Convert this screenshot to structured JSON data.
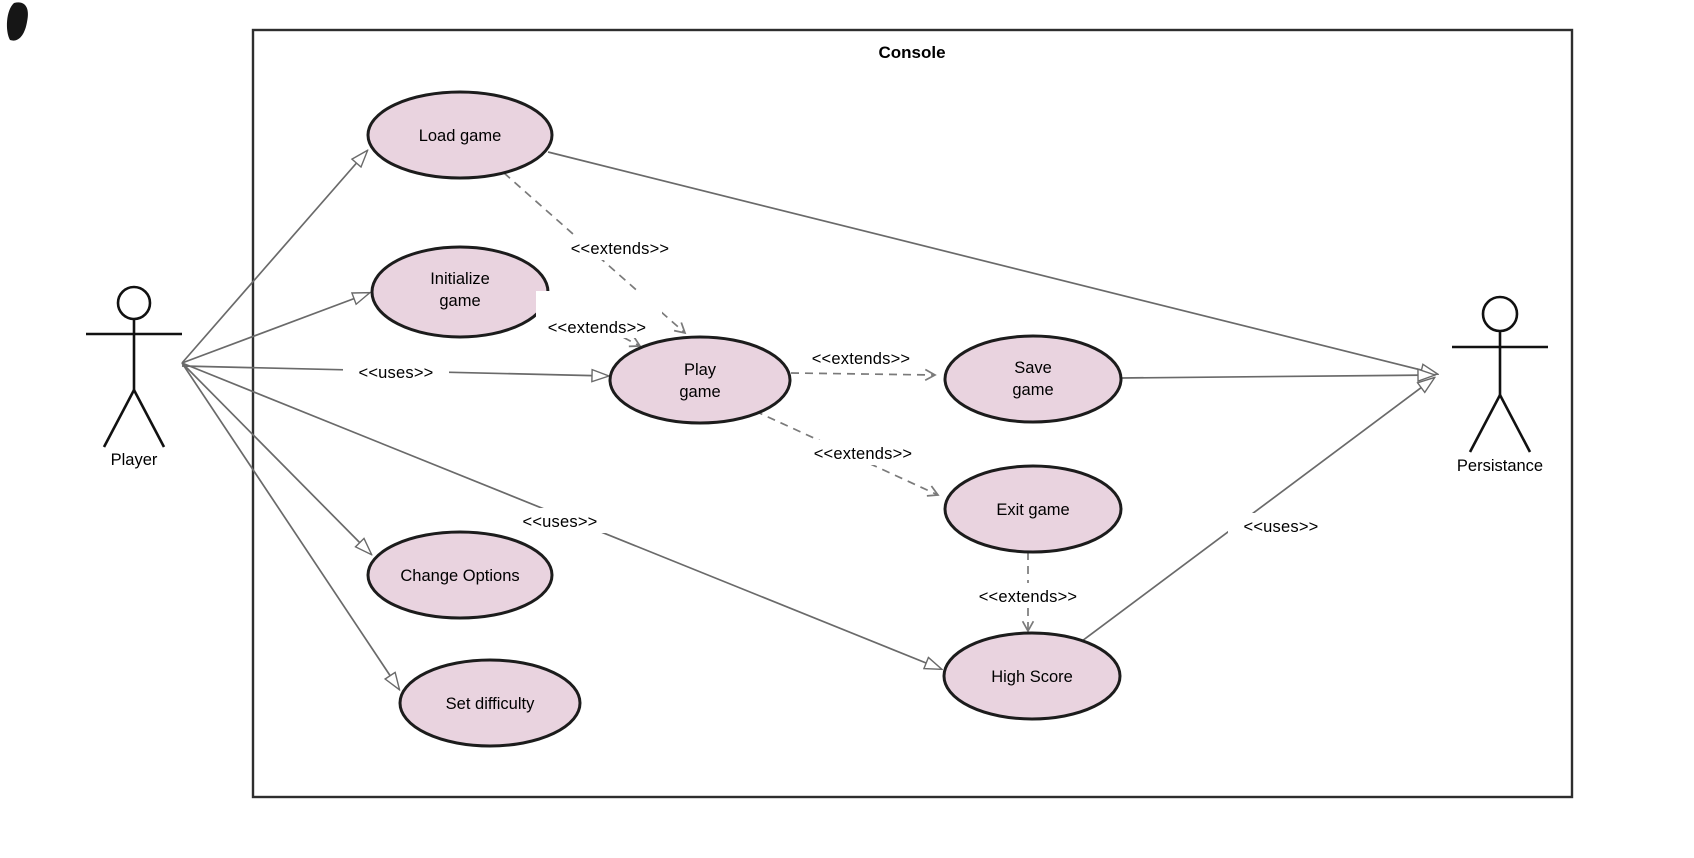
{
  "diagram_type": "UML use case diagram",
  "boundary": {
    "title": "Console"
  },
  "actors": {
    "left": {
      "name": "Player"
    },
    "right": {
      "name": "Persistance"
    }
  },
  "use_cases": {
    "load_game": {
      "label": "Load game"
    },
    "initialize_game": {
      "line1": "Initialize",
      "line2": "game"
    },
    "play_game": {
      "line1": "Play",
      "line2": "game"
    },
    "save_game": {
      "line1": "Save",
      "line2": "game"
    },
    "exit_game": {
      "label": "Exit game"
    },
    "change_options": {
      "label": "Change Options"
    },
    "set_difficulty": {
      "label": "Set difficulty"
    },
    "high_score": {
      "label": "High Score"
    }
  },
  "stereotypes": {
    "extends": "<<extends>>",
    "uses": "<<uses>>"
  },
  "relationships": [
    {
      "from": "Player",
      "to": "Load game",
      "type": "association"
    },
    {
      "from": "Player",
      "to": "Initialize game",
      "type": "association"
    },
    {
      "from": "Player",
      "to": "Play game",
      "type": "uses",
      "label": "<<uses>>"
    },
    {
      "from": "Player",
      "to": "Change Options",
      "type": "association"
    },
    {
      "from": "Player",
      "to": "Set difficulty",
      "type": "association"
    },
    {
      "from": "Player",
      "to": "High Score",
      "type": "uses",
      "label": "<<uses>>"
    },
    {
      "from": "Load game",
      "to": "Play game",
      "type": "extends",
      "label": "<<extends>>"
    },
    {
      "from": "Initialize game",
      "to": "Play game",
      "type": "extends",
      "label": "<<extends>>"
    },
    {
      "from": "Play game",
      "to": "Save game",
      "type": "extends",
      "label": "<<extends>>"
    },
    {
      "from": "Play game",
      "to": "Exit game",
      "type": "extends",
      "label": "<<extends>>"
    },
    {
      "from": "Exit game",
      "to": "High Score",
      "type": "extends",
      "label": "<<extends>>"
    },
    {
      "from": "Load game",
      "to": "Persistance",
      "type": "association"
    },
    {
      "from": "Save game",
      "to": "Persistance",
      "type": "association"
    },
    {
      "from": "High Score",
      "to": "Persistance",
      "type": "uses",
      "label": "<<uses>>"
    }
  ],
  "colors": {
    "use_case_fill": "#e9d3df",
    "use_case_stroke": "#1c1c1c",
    "line": "#6a6a6a",
    "boundary_stroke": "#2e2e2e",
    "text": "#000000"
  }
}
